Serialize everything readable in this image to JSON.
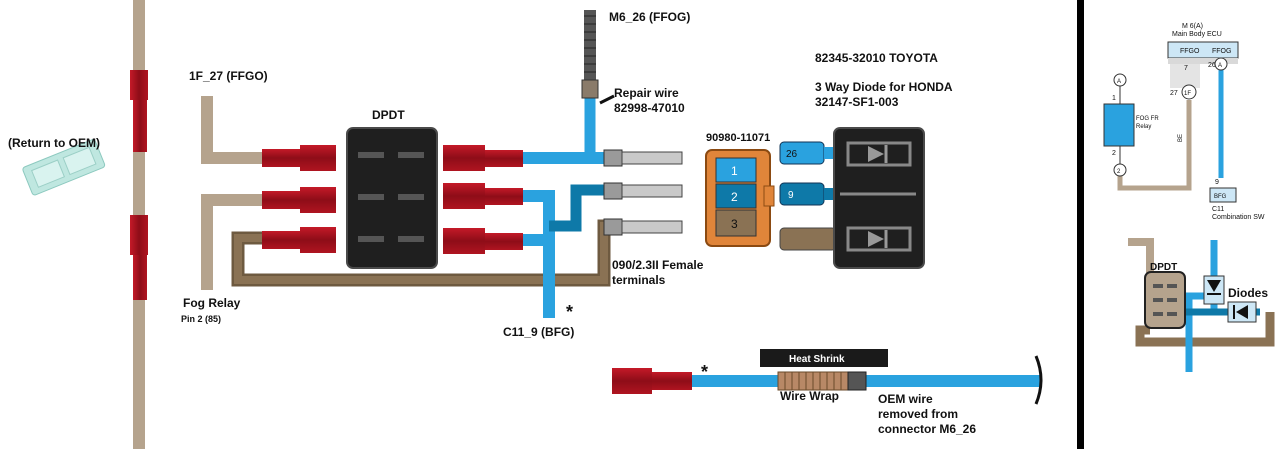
{
  "labels": {
    "return_oem": "(Return to OEM)",
    "pin_1f27": "1F_27 (FFGO)",
    "dpdt": "DPDT",
    "m6_26": "M6_26 (FFOG)",
    "repair_wire_1": "Repair wire",
    "repair_wire_2": "82998-47010",
    "conn_part": "90980-11071",
    "diode_part_1": "82345-32010   TOYOTA",
    "diode_part_2": "3 Way Diode for HONDA",
    "diode_part_3": "32147-SF1-003",
    "female_term_1": "090/2.3II Female",
    "female_term_2": "terminals",
    "fog_relay_1": "Fog Relay",
    "fog_relay_2": "Pin 2 (85)",
    "c11_9": "C11_9 (BFG)",
    "asterisk": "*",
    "heat_shrink": "Heat Shrink",
    "wire_wrap": "Wire Wrap",
    "oem_wire_1": "OEM wire",
    "oem_wire_2": "removed from",
    "oem_wire_3": "connector M6_26",
    "conn_pins": [
      "1",
      "2",
      "3"
    ],
    "diode_pin_26": "26",
    "diode_pin_9": "9",
    "ecu_title": "M 6(A)",
    "ecu_sub": "Main Body ECU",
    "ecu_ffgo": "FFGO",
    "ecu_ffog": "FFOG",
    "ecu_pin_7": "7",
    "ecu_pin_26": "26",
    "ecu_pin_27": "27",
    "ecu_1f": "1F",
    "ecu_a": "A",
    "relay_pin_1": "1",
    "relay_pin_2": "2",
    "relay_circle_a": "A",
    "relay_circle_2": "2",
    "relay_text_1": "FOG FR",
    "relay_text_2": "Relay",
    "wire_be": "BE",
    "wire_9": "9",
    "wire_bfg": "BFG",
    "c11_label": "C11",
    "c11_sub": "Combination SW",
    "mini_dpdt": "DPDT",
    "diodes": "Diodes"
  },
  "colors": {
    "wire_tan": "#b5a38d",
    "wire_blue": "#2aa2df",
    "wire_teal": "#0e79a8",
    "wire_brown": "#7a6448",
    "terminal_red": "#a8101e",
    "switch_body": "#2a2a2a",
    "connector_orange": "#e0853a"
  }
}
